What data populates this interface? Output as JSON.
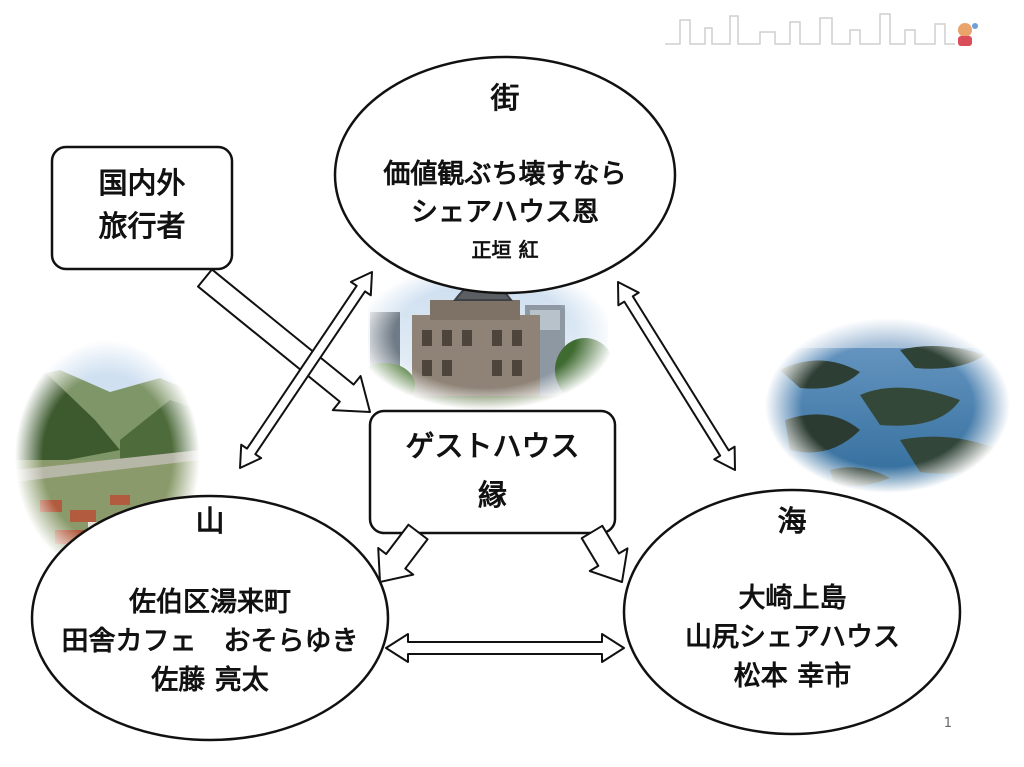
{
  "top_node": {
    "title": "街",
    "line1": "価値観ぶち壊すなら",
    "line2": "シェアハウス恩",
    "person": "正垣 紅"
  },
  "travelers_box": {
    "line1": "国内外",
    "line2": "旅行者"
  },
  "center_box": {
    "line1": "ゲストハウス",
    "line2": "縁"
  },
  "mountain_node": {
    "title": "山",
    "line1": "佐伯区湯来町",
    "line2": "田舎カフェ　おそらゆき",
    "line3": "佐藤 亮太"
  },
  "sea_node": {
    "title": "海",
    "line1": "大崎上島",
    "line2": "山尻シェアハウス",
    "line3": "松本 幸市"
  },
  "page_number": "1",
  "colors": {
    "outline": "#111111",
    "sky": "#8fb2d8",
    "sea": "#3f7aa8",
    "land": "#4b6a3e"
  }
}
